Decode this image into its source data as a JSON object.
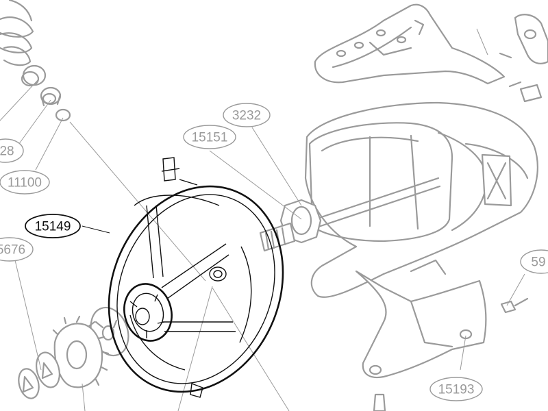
{
  "diagram": {
    "highlight_color": "#111111",
    "ghost_color": "#9a9a9a",
    "callouts": [
      {
        "id": "c-15149",
        "text": "15149",
        "highlighted": true
      },
      {
        "id": "c-15151",
        "text": "15151",
        "highlighted": false
      },
      {
        "id": "c-3232",
        "text": "3232",
        "highlighted": false
      },
      {
        "id": "c-28",
        "text": "28",
        "highlighted": false
      },
      {
        "id": "c-11100",
        "text": "11100",
        "highlighted": false
      },
      {
        "id": "c-5676",
        "text": "5676",
        "highlighted": false
      },
      {
        "id": "c-59",
        "text": "59",
        "highlighted": false
      },
      {
        "id": "c-15193",
        "text": "15193",
        "highlighted": false
      }
    ]
  }
}
